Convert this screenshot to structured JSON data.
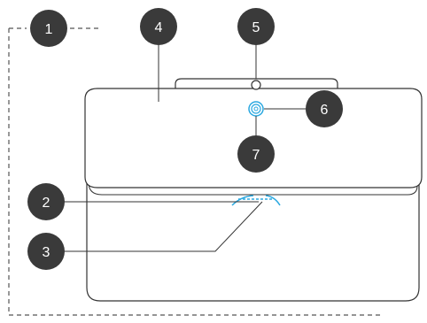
{
  "colors": {
    "outline": "#333333",
    "callout_fill": "#3a3a3a",
    "callout_text": "#ffffff",
    "accent": "#2aa8e0",
    "dashed": "#555555"
  },
  "callouts": [
    {
      "id": "1",
      "label": "1"
    },
    {
      "id": "2",
      "label": "2"
    },
    {
      "id": "3",
      "label": "3"
    },
    {
      "id": "4",
      "label": "4"
    },
    {
      "id": "5",
      "label": "5"
    },
    {
      "id": "6",
      "label": "6"
    },
    {
      "id": "7",
      "label": "7"
    }
  ]
}
